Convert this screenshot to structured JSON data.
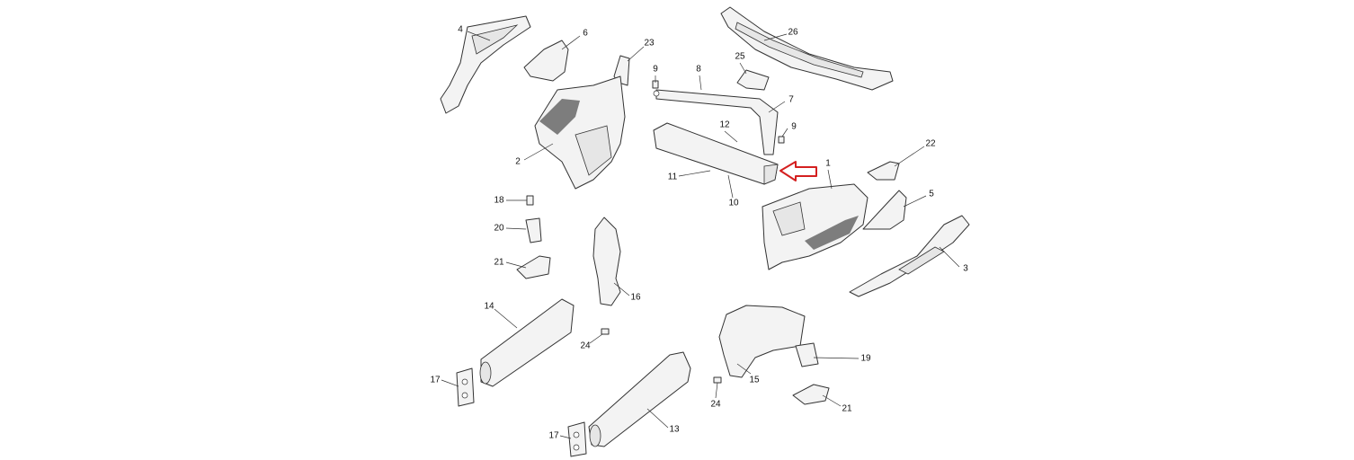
{
  "diagram": {
    "type": "exploded-parts-diagram",
    "highlight_color": "#d42020",
    "callouts": [
      "4",
      "6",
      "23",
      "26",
      "9",
      "8",
      "25",
      "7",
      "12",
      "9",
      "22",
      "2",
      "1",
      "11",
      "10",
      "18",
      "5",
      "20",
      "21",
      "3",
      "16",
      "14",
      "24",
      "19",
      "17",
      "15",
      "24",
      "21",
      "13",
      "17"
    ]
  }
}
